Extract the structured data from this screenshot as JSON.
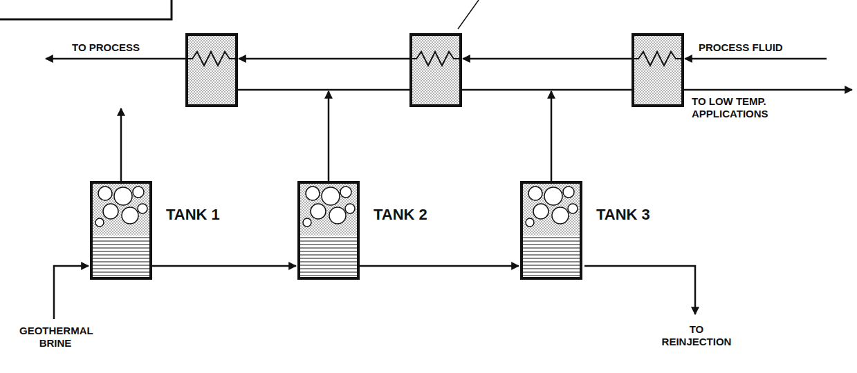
{
  "diagram": {
    "nodes": [
      {
        "text": [
          "TANK 1"
        ]
      },
      {
        "text": [
          "TANK 2"
        ]
      },
      {
        "text": [
          "TANK 3"
        ]
      }
    ],
    "edges": [
      {
        "from": 0,
        "to": 1,
        "arrow": "to"
      },
      {
        "from": 1,
        "to": 2,
        "arrow": "to"
      }
    ],
    "labels": [
      "TO PROCESS",
      "PROCESS FLUID",
      "TO LOW TEMP. APPLICATIONS",
      "GEOTHERMAL BRINE",
      "TO REINJECTION"
    ]
  }
}
